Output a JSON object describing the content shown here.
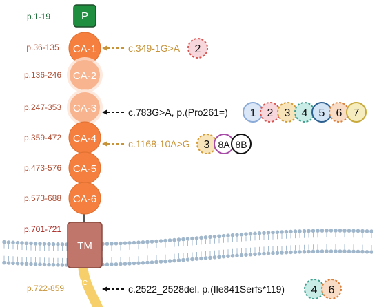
{
  "domains": [
    {
      "name": "P",
      "range": "p.1-19"
    },
    {
      "name": "CA-1",
      "range": "p.36-135"
    },
    {
      "name": "CA-2",
      "range": "p.136-246"
    },
    {
      "name": "CA-3",
      "range": "p.247-353"
    },
    {
      "name": "CA-4",
      "range": "p.359-472"
    },
    {
      "name": "CA-5",
      "range": "p.473-576"
    },
    {
      "name": "CA-6",
      "range": "p.573-688"
    },
    {
      "name": "TM",
      "range": "p.701-721"
    },
    {
      "name": "IC",
      "range": "p.722-859"
    }
  ],
  "variants": [
    {
      "label": "c.349-1G>A",
      "color": "#c8943a",
      "badges": [
        {
          "text": "2",
          "fill": "#f8d7dc",
          "stroke": "#d9534f",
          "dashed": true
        }
      ]
    },
    {
      "label": "c.783G>A, p.(Pro261=)",
      "color": "#111111",
      "badges": [
        {
          "text": "1",
          "fill": "#dbe6f7",
          "stroke": "#8aaad8",
          "dashed": false
        },
        {
          "text": "2",
          "fill": "#f8d7dc",
          "stroke": "#d9534f",
          "dashed": true
        },
        {
          "text": "3",
          "fill": "#f7e4bb",
          "stroke": "#d49a34",
          "dashed": true
        },
        {
          "text": "4",
          "fill": "#c9ece7",
          "stroke": "#3e9e8e",
          "dashed": true
        },
        {
          "text": "5",
          "fill": "#d3e4f5",
          "stroke": "#2b5f8f",
          "dashed": false
        },
        {
          "text": "6",
          "fill": "#f8dcc6",
          "stroke": "#d9803a",
          "dashed": true
        },
        {
          "text": "7",
          "fill": "#f5edc0",
          "stroke": "#c8a93a",
          "dashed": false
        }
      ]
    },
    {
      "label": "c.1168-10A>G",
      "color": "#c8943a",
      "badges": [
        {
          "text": "3",
          "fill": "#f7e4bb",
          "stroke": "#d49a34",
          "dashed": true
        },
        {
          "text": "8A",
          "fill": "#ffffff",
          "stroke": "#a64ca6",
          "dashed": false
        },
        {
          "text": "8B",
          "fill": "#ffffff",
          "stroke": "#111111",
          "dashed": false
        }
      ]
    },
    {
      "label": "c.2522_2528del, p.(Ile841Serfs*119)",
      "color": "#111111",
      "badges": [
        {
          "text": "4",
          "fill": "#c9ece7",
          "stroke": "#3e9e8e",
          "dashed": true
        },
        {
          "text": "6",
          "fill": "#f8dcc6",
          "stroke": "#d9803a",
          "dashed": true
        }
      ]
    }
  ],
  "colors": {
    "propeptide": "#1f8f3f",
    "ca_domain": "#f47f3e",
    "ca_faded": "#f8b48f",
    "tm": "#c0766a",
    "ic_tail": "#f7cf6a",
    "range_text": "#b0533a",
    "membrane": "#9fb6cb"
  }
}
